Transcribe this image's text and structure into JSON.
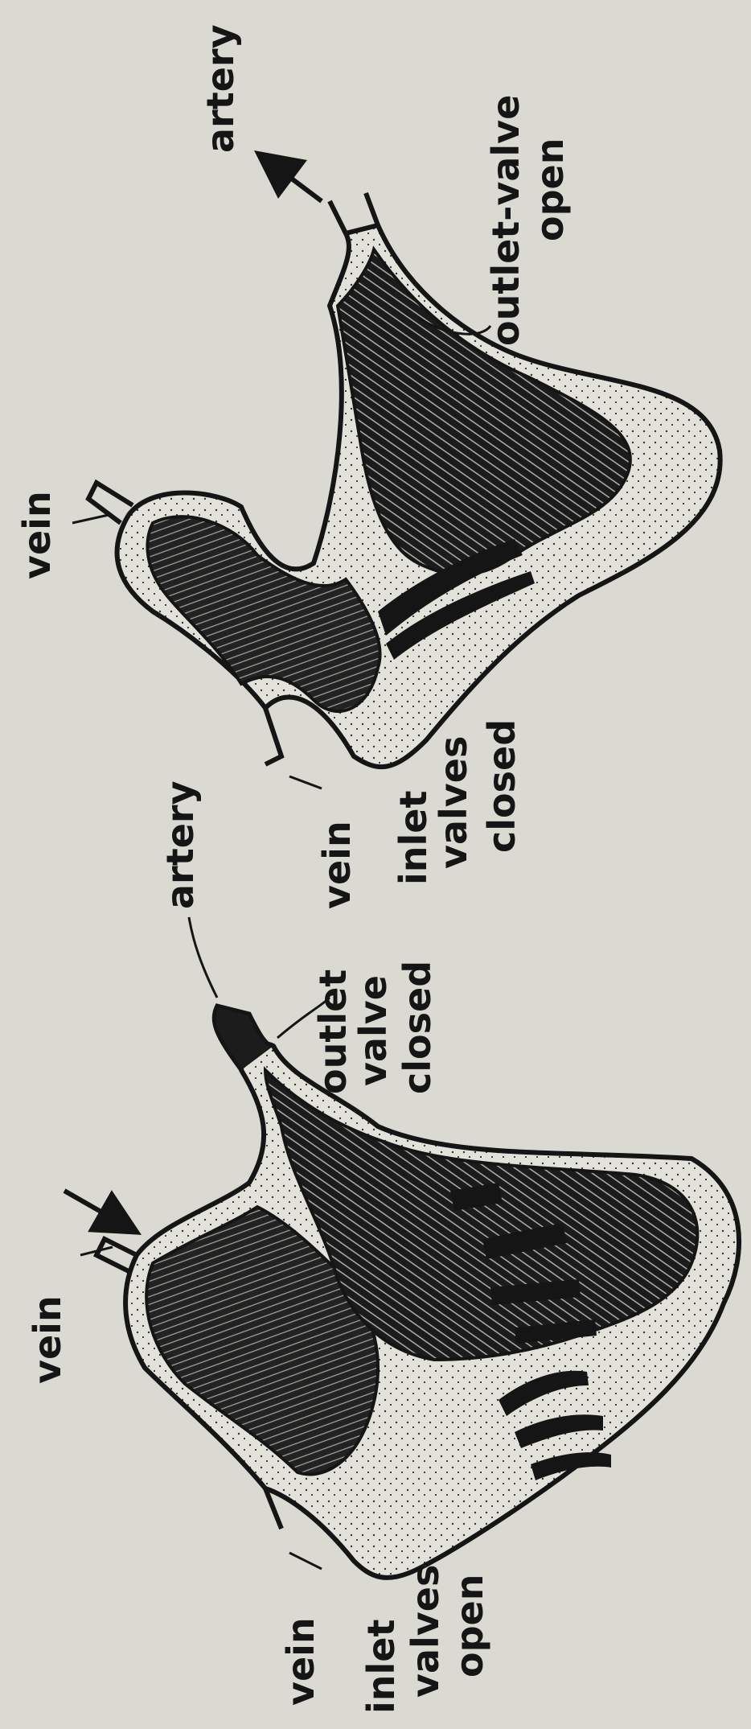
{
  "diagram": {
    "top_figure": {
      "labels": {
        "vein_upper": "vein",
        "vein_lower": "vein",
        "artery": "artery",
        "outlet_line1": "outlet-valve",
        "outlet_line2": "open",
        "inlet_line1": "inlet",
        "inlet_line2": "valves",
        "inlet_line3": "closed"
      }
    },
    "bottom_figure": {
      "labels": {
        "vein_upper": "vein",
        "vein_lower": "vein",
        "artery": "artery",
        "outlet_line1": "outlet",
        "outlet_line2": "valve",
        "outlet_line3": "closed",
        "inlet_line1": "inlet",
        "inlet_line2": "valves",
        "inlet_line3": "open"
      }
    },
    "colors": {
      "paper": "#dadad2",
      "ink": "#151515"
    }
  }
}
